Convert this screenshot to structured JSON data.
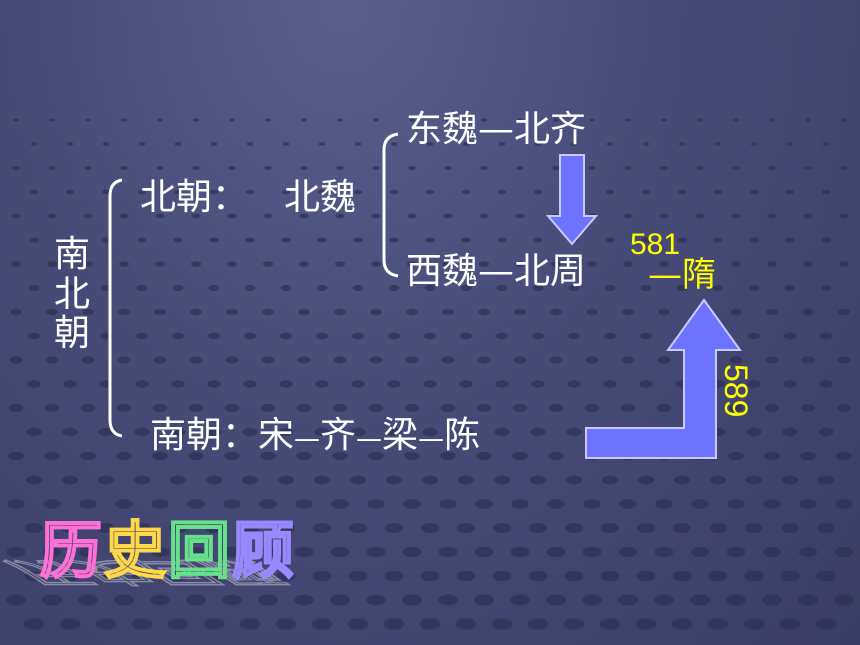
{
  "root_label": "南北朝",
  "north": {
    "label": "北朝：",
    "state": "北魏",
    "east_line": "东魏—北齐",
    "west_line": "西魏—北周"
  },
  "south": {
    "label": "南朝：",
    "dynasties": [
      "宋",
      "齐",
      "梁",
      "陈"
    ]
  },
  "sui": {
    "year_north": "581",
    "name": "—隋",
    "year_south": "589"
  },
  "title_wordart": [
    "历",
    "史",
    "回",
    "顾"
  ],
  "colors": {
    "arrow_fill": "#6d72ff",
    "arrow_edge": "#c8caff",
    "year_text": "#ffff00",
    "text": "#ffffff"
  }
}
